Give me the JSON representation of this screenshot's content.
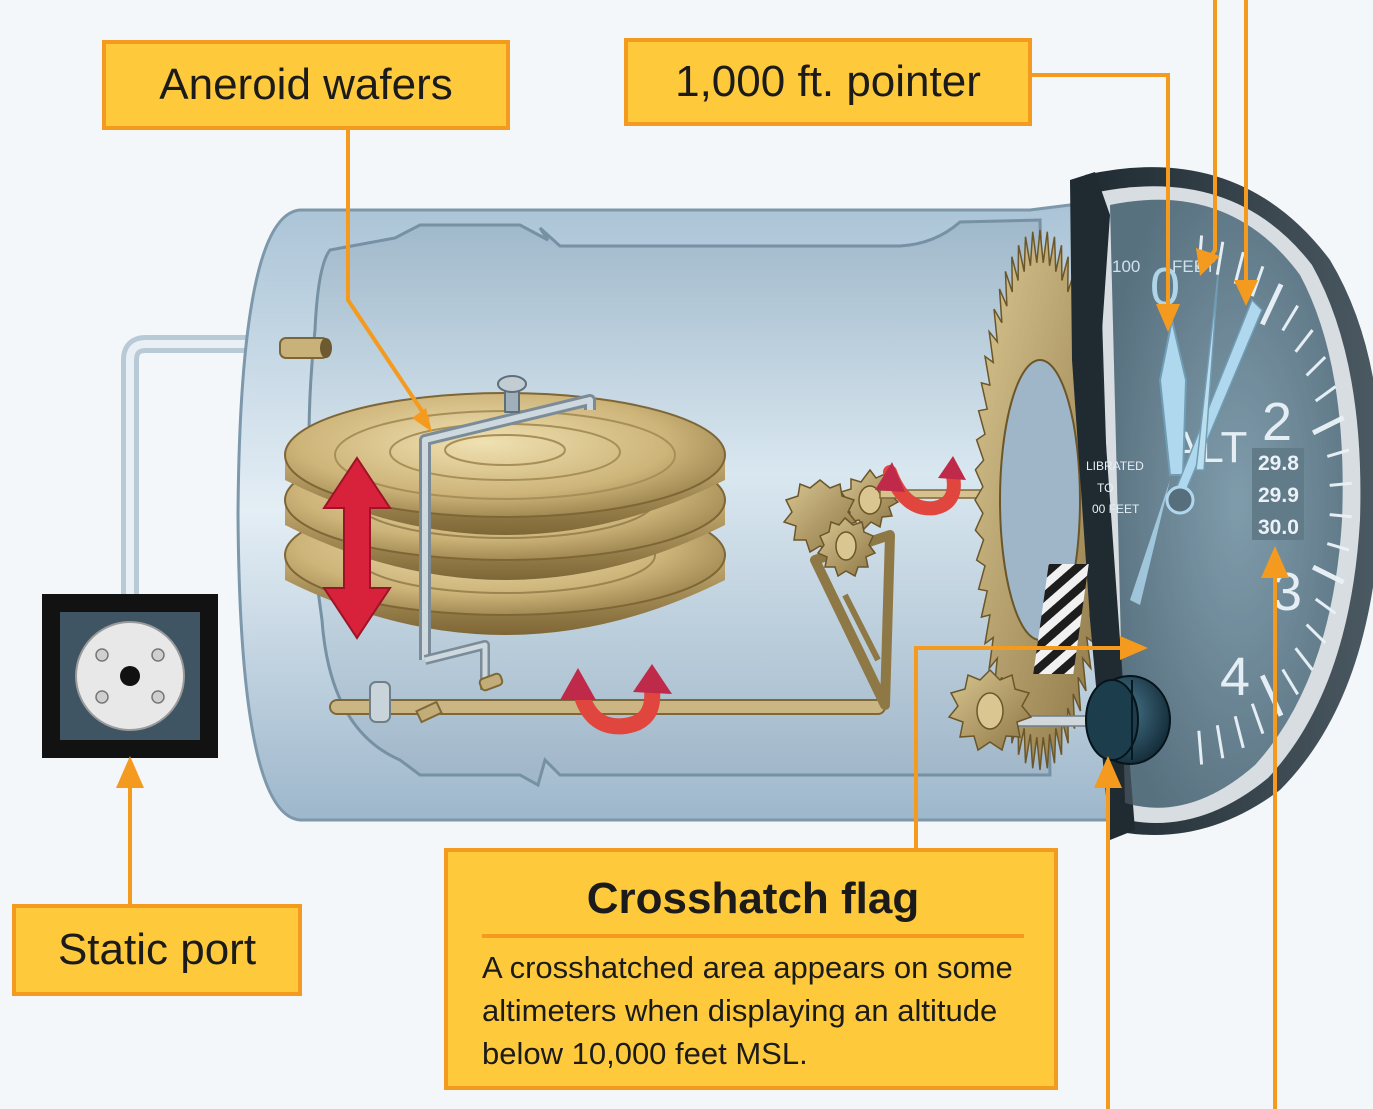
{
  "callouts": {
    "aneroid_wafers": "Aneroid wafers",
    "thousand_ft_pointer": "1,000 ft. pointer",
    "static_port": "Static port",
    "crosshatch_flag": {
      "title": "Crosshatch flag",
      "description": "A crosshatched area appears on some altimeters when displaying an altitude below 10,000 feet MSL."
    }
  },
  "dial": {
    "numerals": [
      "0",
      "2",
      "3",
      "4"
    ],
    "hundred_label": "100",
    "feet_label": "FEET",
    "alt_label": "ALT",
    "calibrated_text": [
      "LIBRATED",
      "TO",
      "00 FEET"
    ],
    "kollsman_scale": [
      "29.8",
      "29.9",
      "30.0"
    ]
  },
  "colors": {
    "callout_fill": "#fec93a",
    "callout_border": "#f39a1f",
    "leader_line": "#f39a1f",
    "motion_arrow": "#d8213a",
    "rotation_arrow": "#e0453e",
    "gear_brass": "#b49a5c",
    "instrument_face": "#5e7c8c"
  }
}
